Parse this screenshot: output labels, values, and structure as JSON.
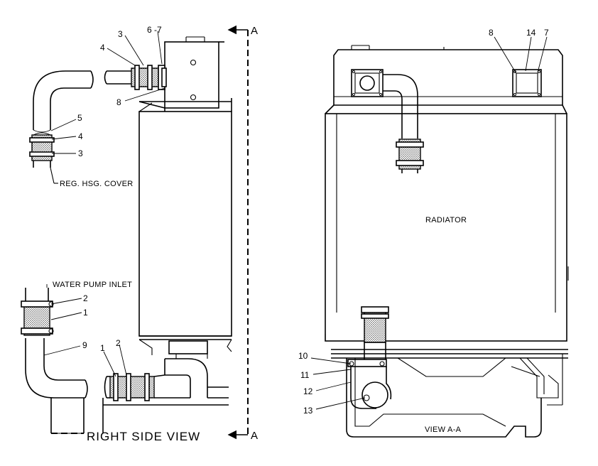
{
  "right_view": {
    "labels": {
      "l3_top": "3",
      "l4_top": "4",
      "l67": "6 -7",
      "l8_left": "8",
      "l5": "5",
      "l4_mid": "4",
      "l3_mid": "3",
      "l2_top": "2",
      "l1_top": "1",
      "l9": "9",
      "l1_bot": "1",
      "l2_bot": "2"
    },
    "callouts": {
      "reg_cover": "REG. HSG. COVER",
      "water_pump": "WATER PUMP INLET"
    },
    "caption": "RIGHT SIDE VIEW",
    "section_marker_top": "A",
    "section_marker_bottom": "A"
  },
  "view_aa": {
    "labels": {
      "l8": "8",
      "l14": "14",
      "l7": "7",
      "l10": "10",
      "l11": "11",
      "l12": "12",
      "l13": "13"
    },
    "radiator_label": "RADIATOR",
    "caption": "VIEW A-A"
  }
}
